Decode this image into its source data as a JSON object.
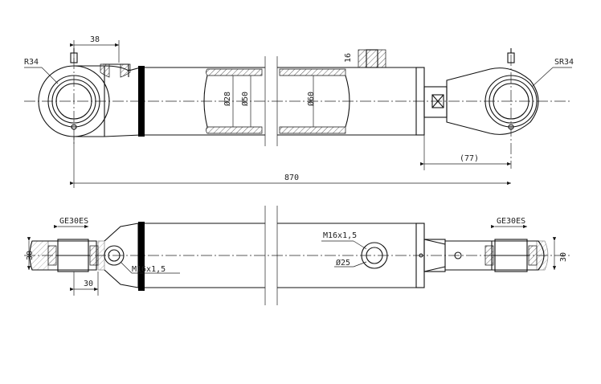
{
  "labels": {
    "top_38": "38",
    "top_r34": "R34",
    "top_16": "16",
    "top_sr34": "SR34",
    "top_d28": "Ø28",
    "top_d50": "Ø50",
    "top_d60": "Ø60",
    "top_77": "(77)",
    "top_870": "870",
    "bot_ge30es_left": "GE30ES",
    "bot_ge30es_right": "GE30ES",
    "bot_30_left_v": "30",
    "bot_30_left_h": "30",
    "bot_30_right_v": "30",
    "bot_m16_left": "M16x1,5",
    "bot_m16_right": "M16x1,5",
    "bot_d25": "Ø25"
  }
}
